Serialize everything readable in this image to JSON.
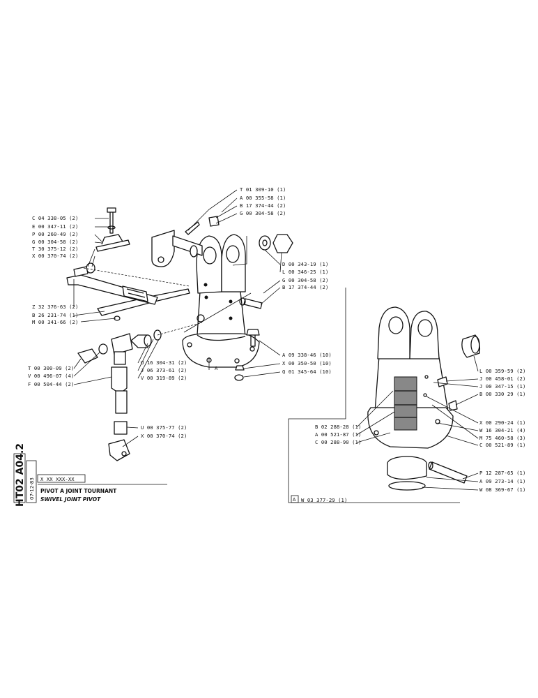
{
  "drawing": {
    "code": "HT02 A04.2",
    "date": "07-12-83",
    "ref_placeholder": "X XX XXX-XX",
    "title_fr": "PIVOT A JOINT TOURNANT",
    "title_en": "SWIVEL JOINT PIVOT",
    "view_marker": "A",
    "view_marker_detail": "A"
  },
  "parts_left": [
    "C 04 338-05 (2)",
    "E 00 347-11 (2)",
    "P 00 260-49 (2)",
    "G 00 304-58 (2)",
    "T 30 375-12 (2)",
    "X 00 370-74 (2)",
    "Z 32 376-63 (2)",
    "B 26 231-74 (1)",
    "M 00 341-66 (2)"
  ],
  "parts_top": [
    "T 01 309-10 (1)",
    "A 00 355-58 (1)",
    "B 17 374-44 (2)",
    "G 00 304-58 (2)"
  ],
  "parts_right_main": [
    "D 00 343-19 (1)",
    "L 00 346-25 (1)",
    "G 00 304-58 (2)",
    "B 17 374-44 (2)"
  ],
  "parts_base": [
    "A 09 338-46 (10)",
    "X 00 350-50 (10)",
    "Q 01 345-64 (10)"
  ],
  "parts_fittings_left": [
    "T 00 300-09 (2)",
    "V 00 496-07 (4)",
    "F 00 504-44 (2)"
  ],
  "parts_fittings_mid": [
    "U 16 304-31 (2)",
    "J 06 373-61 (2)",
    "V 00 319-89 (2)"
  ],
  "parts_fittings_low": [
    "U 00 375-77 (2)",
    "X 00 370-74 (2)"
  ],
  "parts_detail_right": [
    "L 00 359-59 (2)",
    "J 00 458-01 (2)",
    "J 00 347-15 (1)",
    "B 00 330 29 (1)",
    "X 00 290-24 (1)",
    "W 16 304-21 (4)",
    "M 75 460-58 (3)",
    "C 00 521-89 (1)",
    "P 12 287-65 (1)",
    "A 09 273-14 (1)",
    "W 08 369-67 (1)"
  ],
  "parts_detail_left": [
    "B 02 288-28 (1)",
    "A 00 521-87 (1)",
    "C 00 288-90 (1)"
  ],
  "detail_ref": "W 03 377-29 (1)"
}
